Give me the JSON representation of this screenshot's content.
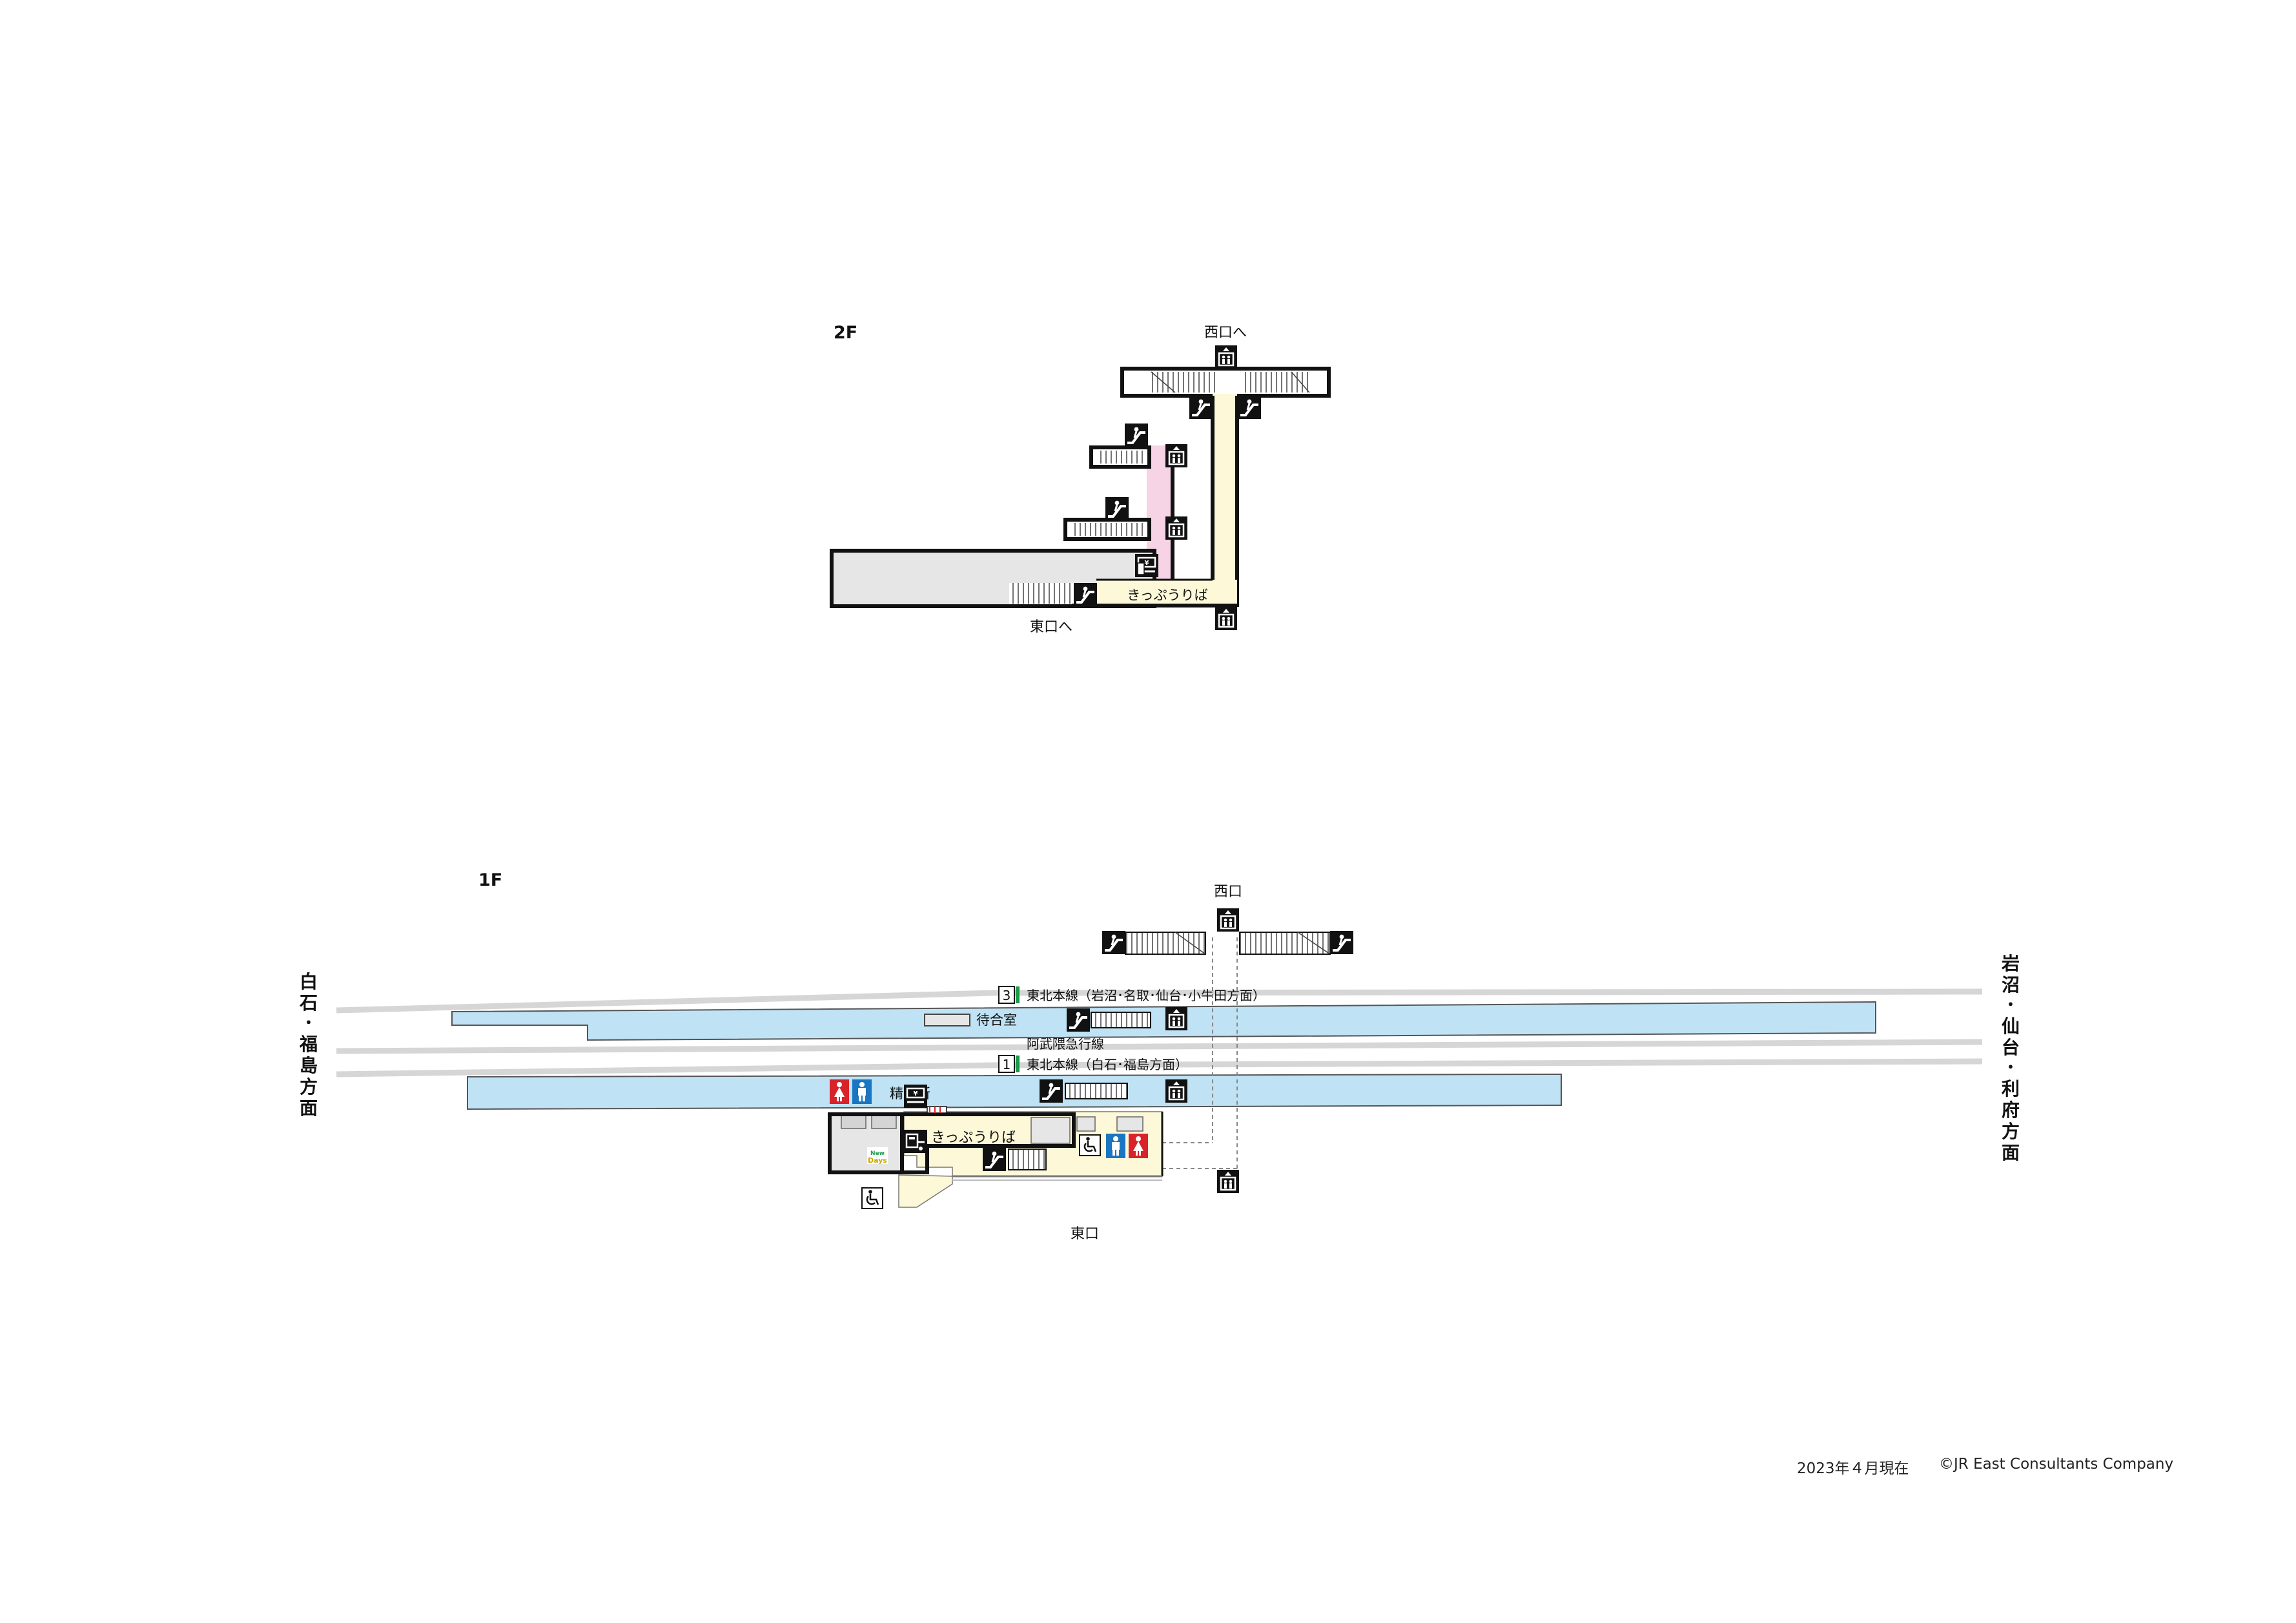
{
  "floors": {
    "f2": {
      "label": "2F",
      "west_exit_to": "西口へ",
      "east_exit_to": "東口へ",
      "ticket_area": "きっぷうりば"
    },
    "f1": {
      "label": "1F",
      "west_exit": "西口",
      "east_exit": "東口",
      "ticket_area": "きっぷうりば",
      "fare_adjustment": "精算所",
      "waiting_room": "待合室",
      "track3_number": "3",
      "track3_line": "東北本線（岩沼･名取･仙台･小牛田方面）",
      "abukuma_line": "阿武隈急行線",
      "track1_number": "1",
      "track1_line": "東北本線（白石･福島方面）",
      "shop_brand_top": "New",
      "shop_brand_bottom": "Days"
    }
  },
  "directions": {
    "left": [
      "白",
      "石",
      "･",
      "福",
      "島",
      "方",
      "面"
    ],
    "right": [
      "岩",
      "沼",
      "･",
      "仙",
      "台",
      "･",
      "利",
      "府",
      "方",
      "面"
    ]
  },
  "footer": {
    "date": "2023年４月現在",
    "copyright": "©JR East Consultants Company"
  },
  "icons": [
    "stairs-icon",
    "escalator-icon",
    "elevator-icon",
    "ticket-machine-icon",
    "toilet-men-icon",
    "toilet-women-icon",
    "wheelchair-icon",
    "fare-adjustment-icon"
  ],
  "colors": {
    "platform": "#bfe3f5",
    "concourse": "#fcf8d8",
    "paid_area": "#f7d3e6",
    "building": "#e6e6e6",
    "track": "#d6d6d6",
    "line_green": "#1a9a4a",
    "toilet_red": "#d8232a",
    "toilet_blue": "#1a75c2"
  }
}
